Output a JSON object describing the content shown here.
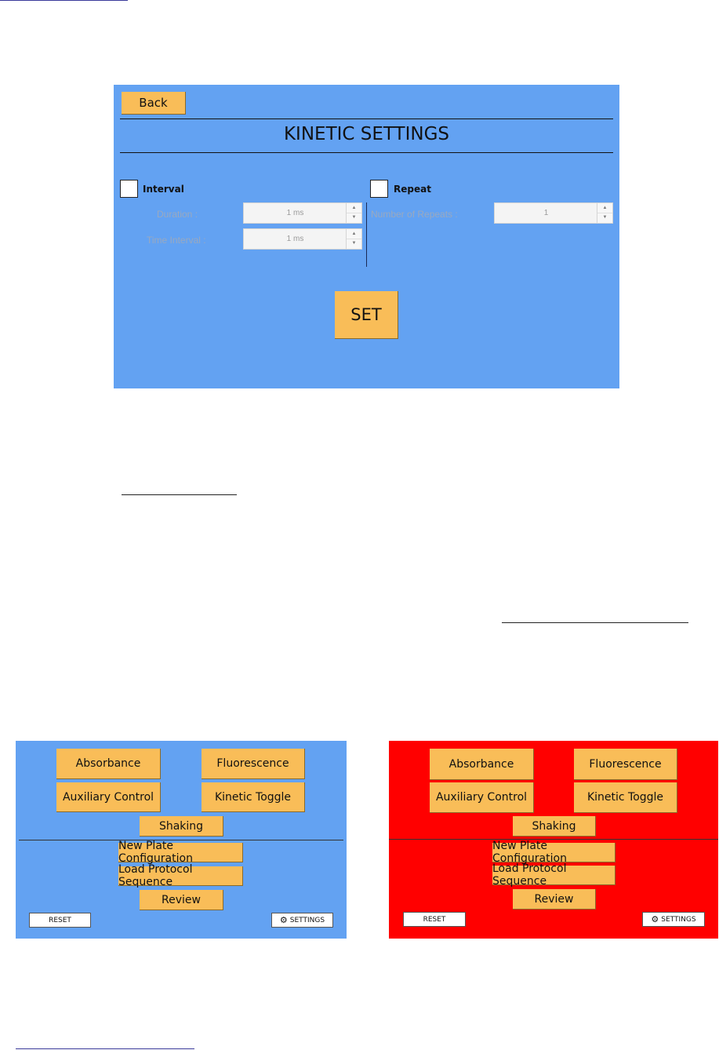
{
  "kinetic": {
    "back_label": "Back",
    "title": "KINETIC SETTINGS",
    "interval": {
      "label": "Interval",
      "checked": false,
      "duration_label": "Duration :",
      "duration_value": "1 ms",
      "time_interval_label": "Time Interval :",
      "time_interval_value": "1 ms"
    },
    "repeat": {
      "label": "Repeat",
      "checked": false,
      "number_label": "Number of Repeats :",
      "number_value": "1"
    },
    "set_label": "SET",
    "colors": {
      "panel": "#63a2f2",
      "button": "#f9bd58"
    }
  },
  "menus": [
    {
      "background": "#63a2f2",
      "absorbance": "Absorbance",
      "fluorescence": "Fluorescence",
      "auxiliary": "Auxiliary Control",
      "kinetic_toggle": "Kinetic Toggle",
      "shaking": "Shaking",
      "new_plate": "New Plate Configuration",
      "load_protocol": "Load Protocol Sequence",
      "review": "Review",
      "reset": "RESET",
      "settings": "SETTINGS",
      "settings_icon": "gear-icon"
    },
    {
      "background": "#ff0000",
      "absorbance": "Absorbance",
      "fluorescence": "Fluorescence",
      "auxiliary": "Auxiliary Control",
      "kinetic_toggle": "Kinetic Toggle",
      "shaking": "Shaking",
      "new_plate": "New Plate Configuration",
      "load_protocol": "Load Protocol Sequence",
      "review": "Review",
      "reset": "RESET",
      "settings": "SETTINGS",
      "settings_icon": "gear-icon"
    }
  ]
}
